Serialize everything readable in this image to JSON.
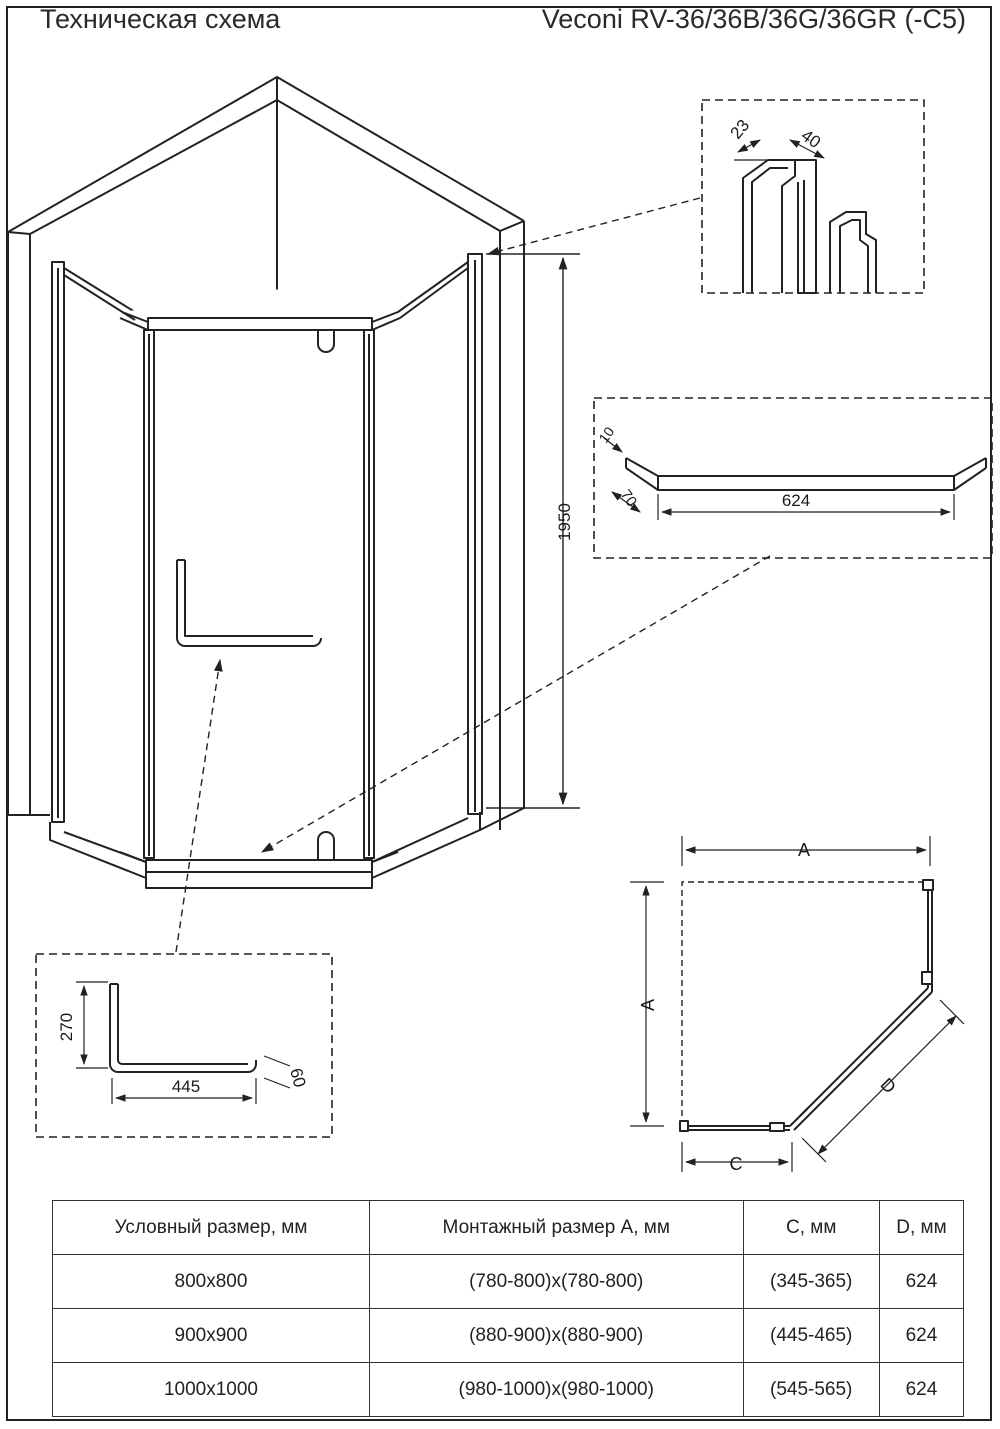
{
  "header": {
    "title_left": "Техническая схема",
    "title_right": "Veconi RV-36/36B/36G/36GR (-C5)"
  },
  "dimensions": {
    "height": "1950",
    "profile_width_small": "23",
    "profile_width_large": "40",
    "top_rail_end_thickness": "10",
    "top_rail_end_length": "70",
    "top_rail_length": "624",
    "handle_height": "270",
    "handle_length": "445",
    "handle_offset": "60"
  },
  "plan": {
    "label_a_top": "A",
    "label_a_left": "A",
    "label_c": "C",
    "label_d": "D"
  },
  "table": {
    "headers": [
      "Условный размер, мм",
      "Монтажный размер A, мм",
      "C, мм",
      "D, мм"
    ],
    "rows": [
      [
        "800x800",
        "(780-800)x(780-800)",
        "(345-365)",
        "624"
      ],
      [
        "900x900",
        "(880-900)x(880-900)",
        "(445-465)",
        "624"
      ],
      [
        "1000x1000",
        "(980-1000)x(980-1000)",
        "(545-565)",
        "624"
      ]
    ]
  }
}
